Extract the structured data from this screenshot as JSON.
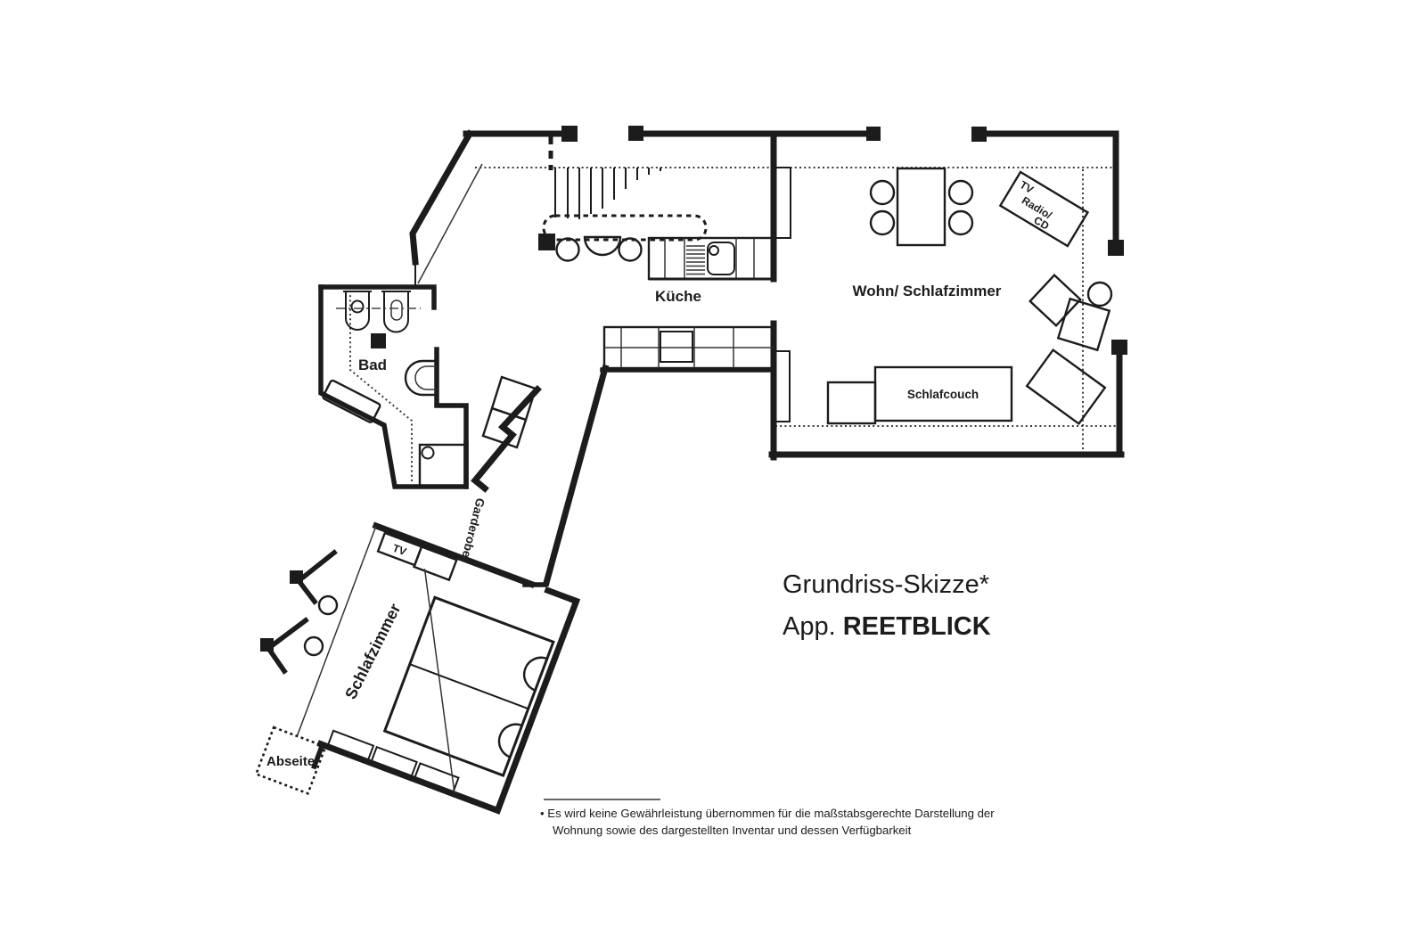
{
  "colors": {
    "background": "#ffffff",
    "ink": "#1c1c1c"
  },
  "title": {
    "line1": "Grundriss-Skizze*",
    "line2_prefix": "App. ",
    "apartment_name": "REETBLICK"
  },
  "rooms": {
    "kitchen": "Küche",
    "living_room": "Wohn/ Schlafzimmer",
    "bathroom": "Bad",
    "bedroom": "Schlafzimmer",
    "hallway": "Garderobe",
    "attic_storage": "Abseite"
  },
  "furniture": {
    "sleep_couch": "Schlafcouch",
    "bedroom_tv": "TV",
    "media_line1": "TV",
    "media_line2": "Radio/",
    "media_line3": "CD"
  },
  "footnote": {
    "line1": "• Es wird keine Gewährleistung übernommen für die maßstabsgerechte Darstellung der",
    "line2": "Wohnung sowie des dargestellten Inventar und dessen Verfügbarkeit"
  }
}
